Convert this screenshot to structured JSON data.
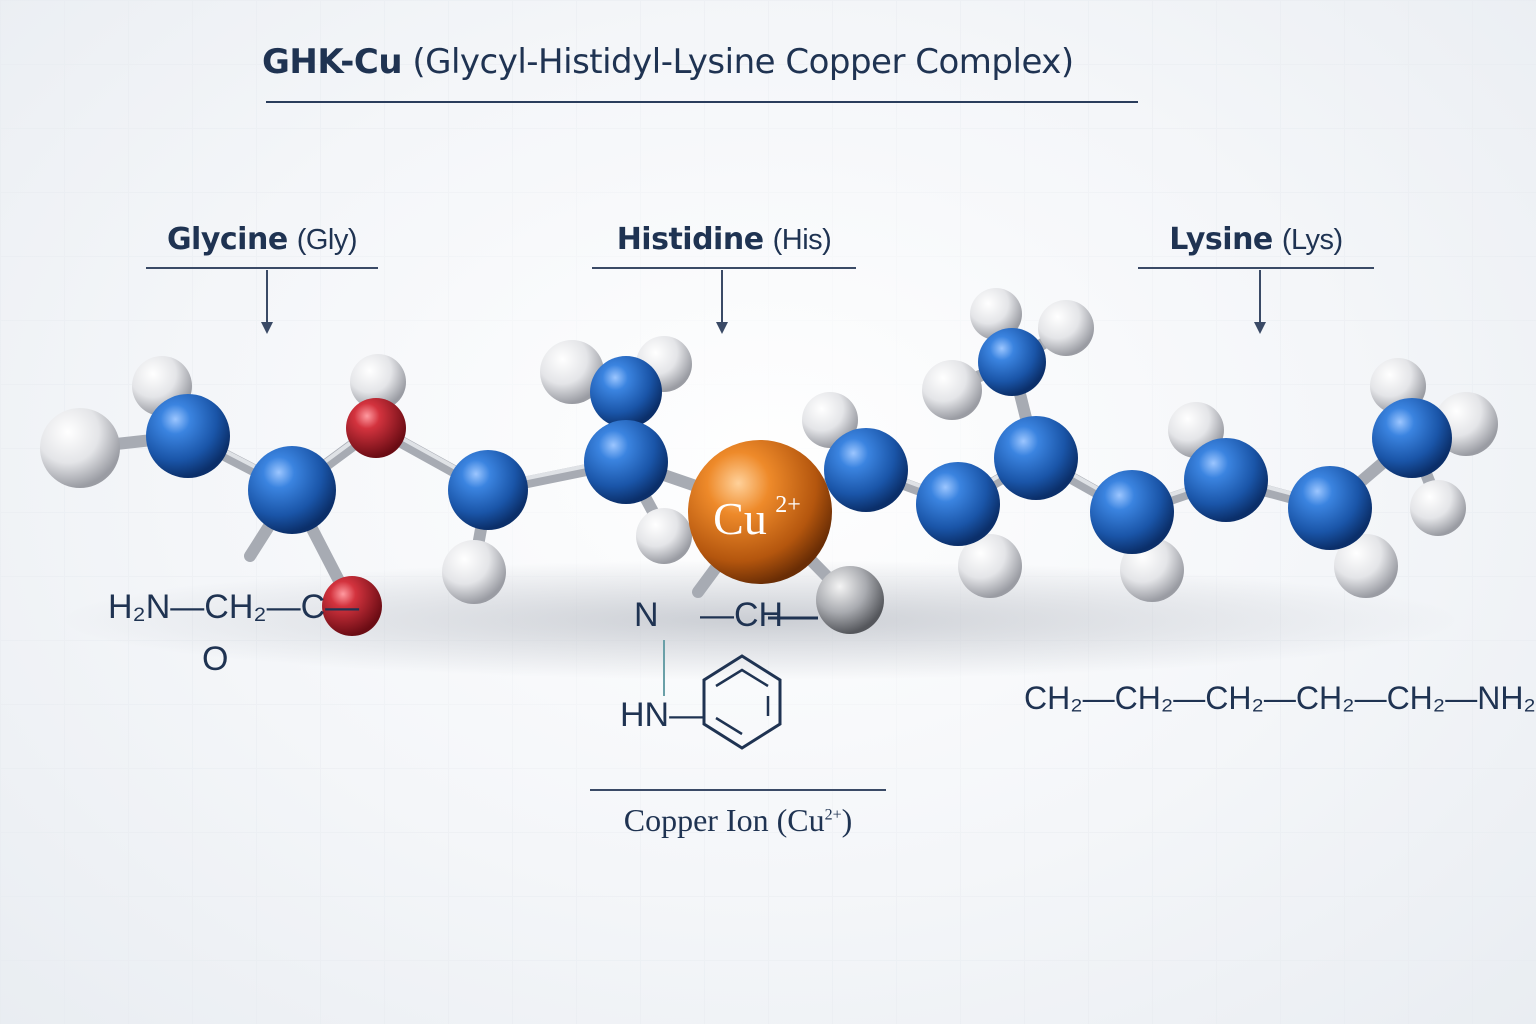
{
  "title": {
    "bold": "GHK-Cu",
    "rest": "(Glycyl-Histidyl-Lysine Copper Complex)"
  },
  "residues": [
    {
      "name": "Glycine",
      "abbr": "(Gly)"
    },
    {
      "name": "Histidine",
      "abbr": "(His)"
    },
    {
      "name": "Lysine",
      "abbr": "(Lys)"
    }
  ],
  "glycine_formula": {
    "text": "H₂N—CH₂—C—",
    "oxygen": "O"
  },
  "histidine_formula": {
    "n": "N",
    "ch": "—CH",
    "hn": "HN—"
  },
  "lysine_formula": "CH₂—CH₂—CH₂—CH₂—CH₂—NH₂",
  "copper": {
    "ion": "Cu",
    "charge": "2+",
    "label": "Copper Ion (Cu",
    "label_charge": "2+",
    "label_close": ")"
  },
  "colors": {
    "carbon_nitrogen": "#1d5fb8",
    "oxygen": "#b3202c",
    "hydrogen": "#dcdde0",
    "copper": "#d9771c",
    "text": "#1f3352"
  }
}
